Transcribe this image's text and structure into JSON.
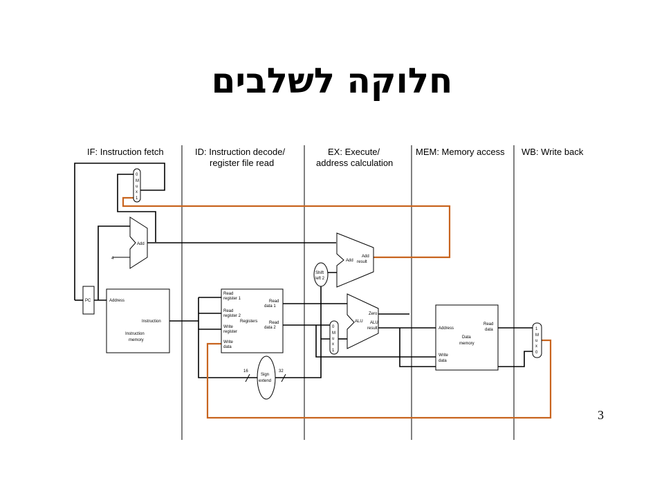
{
  "slide": {
    "title": "חלוקה לשלבים",
    "page_number": "3"
  },
  "stages": [
    {
      "line1": "IF: Instruction fetch",
      "line2": ""
    },
    {
      "line1": "ID: Instruction decode/",
      "line2": "register file read"
    },
    {
      "line1": "EX: Execute/",
      "line2": "address calculation"
    },
    {
      "line1": "MEM: Memory access",
      "line2": ""
    },
    {
      "line1": "WB: Write back",
      "line2": ""
    }
  ],
  "components": {
    "pc": "PC",
    "mux_if": [
      "0",
      "M",
      "u",
      "x",
      "1"
    ],
    "add_pc": "Add",
    "add_pc_input": "4",
    "imem": {
      "address": "Address",
      "instruction": "Instruction",
      "name_1": "Instruction",
      "name_2": "memory"
    },
    "regs": {
      "read_register_1_a": "Read",
      "read_register_1_b": "register 1",
      "read_register_2_a": "Read",
      "read_register_2_b": "register 2",
      "write_register_a": "Write",
      "write_register_b": "register",
      "write_data_a": "Write",
      "write_data_b": "data",
      "read_data_1_a": "Read",
      "read_data_1_b": "data 1",
      "read_data_2_a": "Read",
      "read_data_2_b": "data 2",
      "name": "Registers"
    },
    "sign_extend": {
      "line1": "Sign",
      "line2": "extend",
      "in_bits": "16",
      "out_bits": "32"
    },
    "shift_left": {
      "line1": "Shift",
      "line2": "left 2"
    },
    "add_branch": {
      "add": "Add",
      "result_1": "Add",
      "result_2": "result"
    },
    "mux_ex": [
      "0",
      "M",
      "u",
      "x",
      "1"
    ],
    "alu": {
      "name": "ALU",
      "zero": "Zero",
      "result_1": "ALU",
      "result_2": "result"
    },
    "dmem": {
      "address": "Address",
      "read_data_a": "Read",
      "read_data_b": "data",
      "name_1": "Data",
      "name_2": "memory",
      "write_data_a": "Write",
      "write_data_b": "data"
    },
    "mux_wb": [
      "1",
      "M",
      "u",
      "x",
      "0"
    ]
  }
}
